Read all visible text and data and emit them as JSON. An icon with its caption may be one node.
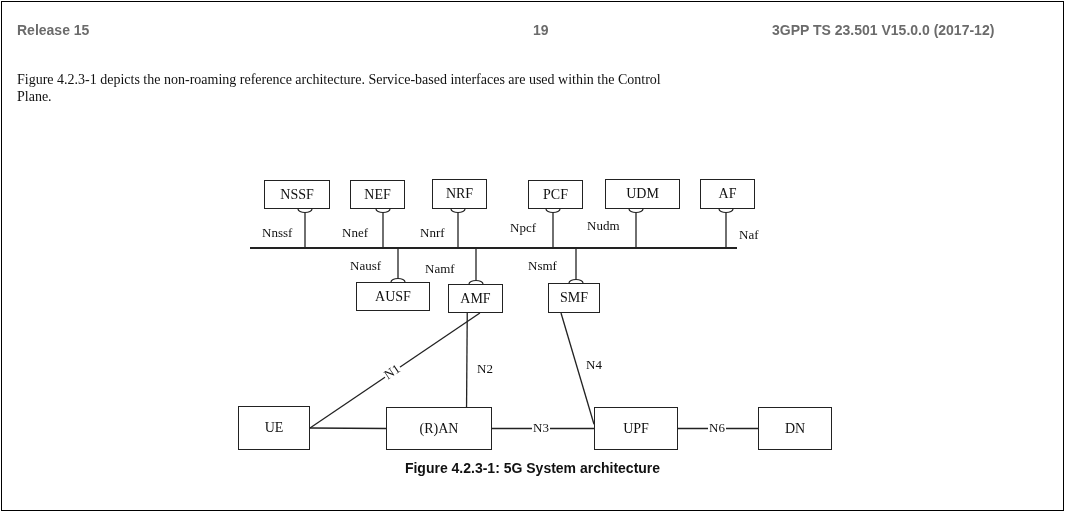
{
  "diagram": {
    "caption": "Figure 4.2.3-1: 5G System architecture",
    "nodes": [
      {
        "text": [
          "NSSF"
        ]
      },
      {
        "text": [
          "NEF"
        ]
      },
      {
        "text": [
          "NRF"
        ]
      },
      {
        "text": [
          "PCF"
        ]
      },
      {
        "text": [
          "UDM"
        ]
      },
      {
        "text": [
          "AF"
        ]
      },
      {
        "text": [],
        "shape": "bar"
      },
      {
        "text": [
          "AUSF"
        ]
      },
      {
        "text": [
          "AMF"
        ]
      },
      {
        "text": [
          "SMF"
        ]
      },
      {
        "text": [
          "UE"
        ]
      },
      {
        "text": [
          "(R)AN"
        ]
      },
      {
        "text": [
          "UPF"
        ]
      },
      {
        "text": [
          "DN"
        ]
      }
    ],
    "edges": [
      {
        "from": 0,
        "to": 6,
        "arrow": "other",
        "label": "Nnssf"
      },
      {
        "from": 1,
        "to": 6,
        "arrow": "other",
        "label": "Nnef"
      },
      {
        "from": 2,
        "to": 6,
        "arrow": "other",
        "label": "Nnrf"
      },
      {
        "from": 3,
        "to": 6,
        "arrow": "other",
        "label": "Npcf"
      },
      {
        "from": 4,
        "to": 6,
        "arrow": "other",
        "label": "Nudm"
      },
      {
        "from": 5,
        "to": 6,
        "arrow": "other",
        "label": "Naf"
      },
      {
        "from": 7,
        "to": 6,
        "arrow": "other",
        "label": "Nausf"
      },
      {
        "from": 8,
        "to": 6,
        "arrow": "other",
        "label": "Namf"
      },
      {
        "from": 9,
        "to": 6,
        "arrow": "other",
        "label": "Nsmf"
      },
      {
        "from": 10,
        "to": 8,
        "arrow": "none",
        "label": "N1"
      },
      {
        "from": 8,
        "to": 11,
        "arrow": "none",
        "label": "N2"
      },
      {
        "from": 9,
        "to": 12,
        "arrow": "none",
        "label": "N4"
      },
      {
        "from": 10,
        "to": 11,
        "arrow": "none"
      },
      {
        "from": 11,
        "to": 12,
        "arrow": "none",
        "label": "N3"
      },
      {
        "from": 12,
        "to": 13,
        "arrow": "none",
        "label": "N6"
      }
    ],
    "labels": [
      "Release 15",
      "19",
      "3GPP TS 23.501 V15.0.0 (2017-12)",
      "Figure 4.2.3-1 depicts the non-roaming reference architecture. Service-based interfaces are used within the Control Plane."
    ]
  }
}
